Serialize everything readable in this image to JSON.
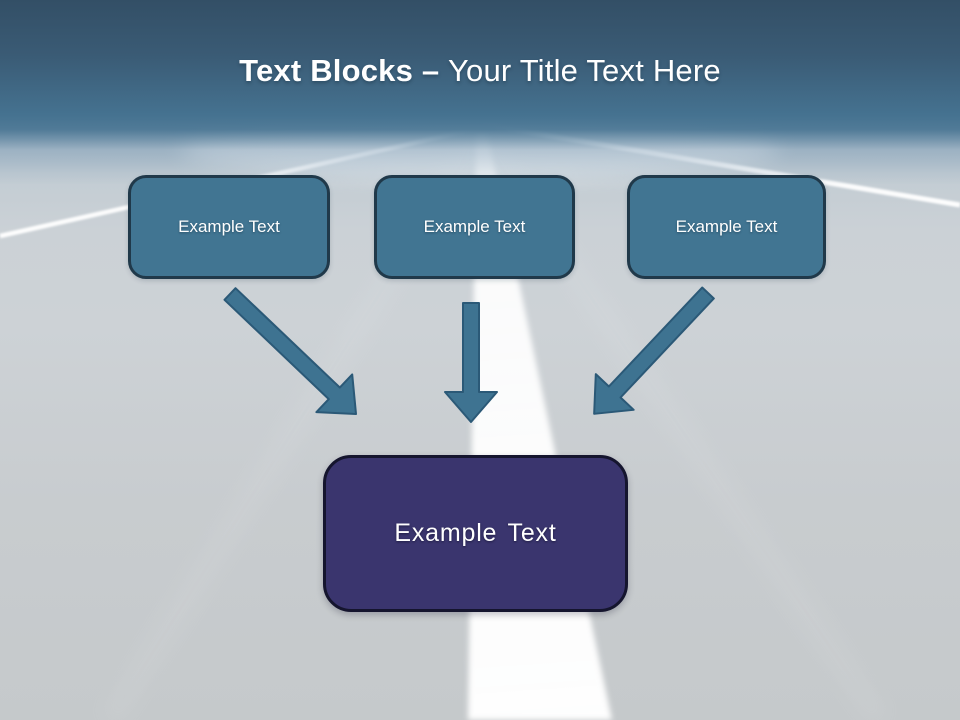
{
  "slide": {
    "title": {
      "bold": "Text Blocks –",
      "regular": "Your Title Text Here"
    },
    "blocks": [
      {
        "label": "Example Text"
      },
      {
        "label": "Example Text"
      },
      {
        "label": "Example Text"
      }
    ],
    "result": {
      "label": "Example Text"
    },
    "connector_icons": [
      "arrow-down-right",
      "arrow-down",
      "arrow-down-left"
    ],
    "background": "blurred highway road with white center stripe converging at horizon"
  },
  "colors": {
    "header_top": "#334f66",
    "header_bottom": "#457290",
    "box_fill": "#417592",
    "box_border": "#20394a",
    "arrow_fill": "#3e7391",
    "arrow_stroke": "#2b5977",
    "result_fill": "#3a356e",
    "result_border": "#15152e",
    "title_text": "#ffffff",
    "road_light": "#cdd2d6",
    "road_bottom": "#c5c9cb"
  }
}
